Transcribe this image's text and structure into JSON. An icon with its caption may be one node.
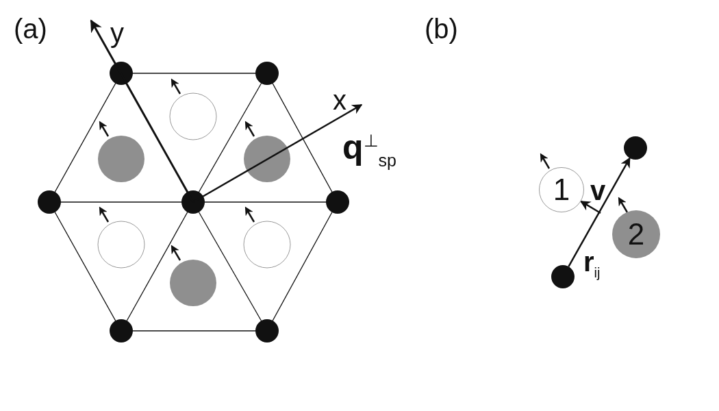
{
  "diagram": {
    "nodes": [
      {
        "text": [
          "1"
        ]
      },
      {
        "text": [
          "2"
        ]
      },
      {
        "text": [],
        "shape": "circle"
      },
      {
        "text": [],
        "shape": "circle"
      }
    ],
    "edges": [
      {
        "from": 2,
        "to": 3,
        "arrow": "to",
        "label": "**r**$_{ij}$"
      },
      {
        "from": null,
        "to": 0,
        "arrow": "to"
      }
    ],
    "labels": [
      "(a)",
      "y",
      "x",
      "**q**$^{⊥}$$_{sp}$",
      "(b)",
      "**v**"
    ]
  }
}
